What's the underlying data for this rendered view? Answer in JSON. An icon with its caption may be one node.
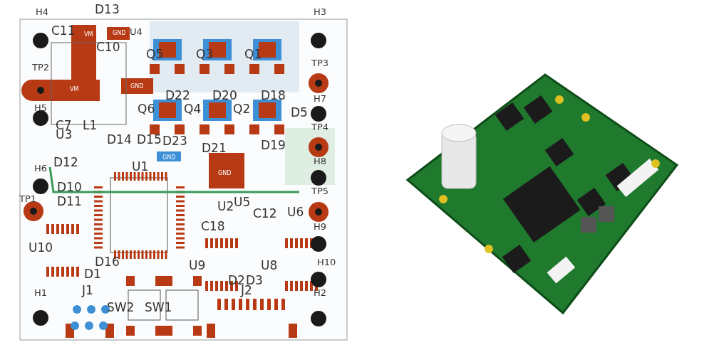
{
  "diagram": {
    "labels": [
      "H4",
      "D13",
      "H3",
      "C11",
      "VM",
      "GND",
      "U4",
      "C10",
      "Q5",
      "Q3",
      "Q1",
      "TP3",
      "TP2",
      "VM",
      "GND",
      "D22",
      "D20",
      "D18",
      "H7",
      "H5",
      "Q6",
      "Q4",
      "Q2",
      "D5",
      "C7",
      "L1",
      "TP4",
      "U3",
      "D14",
      "D15",
      "D23",
      "GND",
      "D21",
      "D19",
      "GND",
      "U1",
      "D12",
      "H6",
      "H8",
      "D10",
      "TP1",
      "D11",
      "U2",
      "U5",
      "C12",
      "U6",
      "TP5",
      "C18",
      "H9",
      "U10",
      "D16",
      "U9",
      "U8",
      "H10",
      "D1",
      "D2",
      "D3",
      "J1",
      "J2",
      "H1",
      "H2",
      "SW2",
      "SW1"
    ]
  }
}
